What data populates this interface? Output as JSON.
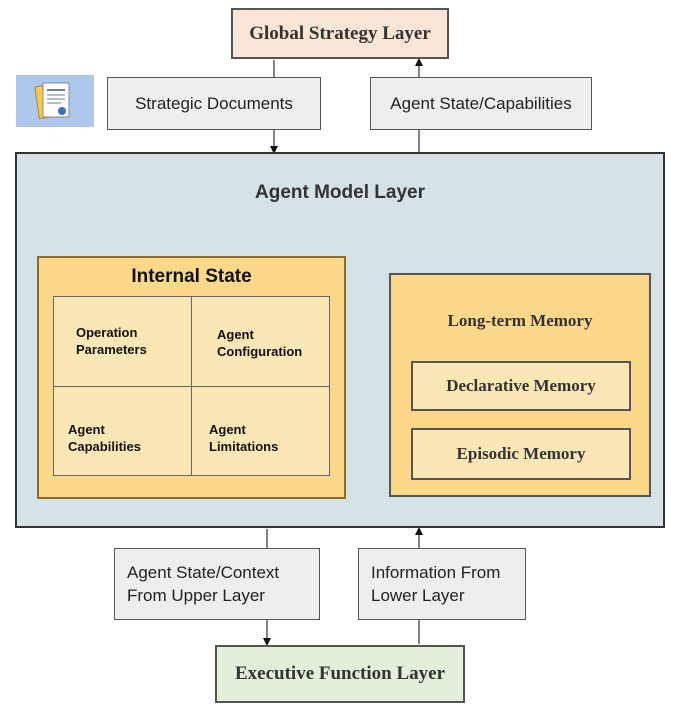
{
  "global_layer": {
    "label": "Global Strategy Layer"
  },
  "top_connectors": {
    "strategic_documents": "Strategic Documents",
    "agent_state_capabilities": "Agent State/Capabilities"
  },
  "icon": {
    "name": "document-icon"
  },
  "agent_model": {
    "title": "Agent Model Layer",
    "internal_state": {
      "title": "Internal State",
      "cells": [
        {
          "line1": "Operation",
          "line2": "Parameters"
        },
        {
          "line1": "Agent",
          "line2": "Configuration"
        },
        {
          "line1": "Agent",
          "line2": "Capabilities"
        },
        {
          "line1": "Agent",
          "line2": "Limitations"
        }
      ]
    },
    "long_term_memory": {
      "title": "Long-term Memory",
      "declarative": "Declarative Memory",
      "episodic": "Episodic Memory"
    }
  },
  "bottom_connectors": {
    "state_context": {
      "line1": "Agent State/Context",
      "line2": "From Upper Layer"
    },
    "info_lower": {
      "line1": "Information From",
      "line2": "Lower Layer"
    }
  },
  "exec_layer": {
    "label": "Executive Function Layer"
  },
  "colors": {
    "global_fill": "#fbe5d6",
    "exec_fill": "#e2efda",
    "model_fill": "#d5e2e6",
    "memory_fill": "#fcd98a",
    "cell_fill": "#fbe7b6",
    "connector_fill": "#eeeeee"
  }
}
